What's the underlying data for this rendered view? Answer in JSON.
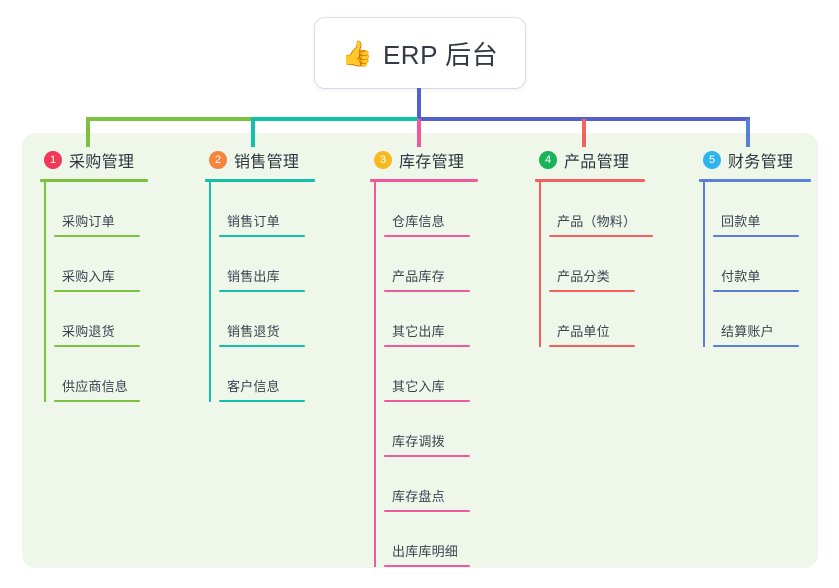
{
  "diagram": {
    "title_node": {
      "emoji": "👍",
      "emoji_name": "thumbs-up-icon",
      "label": "ERP 后台"
    },
    "panel_color": "#eef7ea",
    "bus_colors": {
      "segment_left": "#7cc142",
      "segment_mid": "#15c0a8",
      "segment_right": "#5360cf",
      "root_stem": "#5360cf"
    },
    "columns": [
      {
        "number": "1",
        "label": "采购管理",
        "badge_color": "#f2385a",
        "line_color": "#7cc142",
        "leaves": [
          "采购订单",
          "采购入库",
          "采购退货",
          "供应商信息"
        ]
      },
      {
        "number": "2",
        "label": "销售管理",
        "badge_color": "#f5843c",
        "line_color": "#15c0a8",
        "leaves": [
          "销售订单",
          "销售出库",
          "销售退货",
          "客户信息"
        ]
      },
      {
        "number": "3",
        "label": "库存管理",
        "badge_color": "#f6b91f",
        "line_color": "#ef5a9c",
        "leaves": [
          "仓库信息",
          "产品库存",
          "其它出库",
          "其它入库",
          "库存调拨",
          "库存盘点",
          "出库库明细"
        ]
      },
      {
        "number": "4",
        "label": "产品管理",
        "badge_color": "#19b35a",
        "line_color": "#f3615e",
        "leaves": [
          "产品（物料）",
          "产品分类",
          "产品单位"
        ]
      },
      {
        "number": "5",
        "label": "财务管理",
        "badge_color": "#2fb3ec",
        "line_color": "#5b7fd4",
        "leaves": [
          "回款单",
          "付款单",
          "结算账户"
        ]
      }
    ]
  }
}
